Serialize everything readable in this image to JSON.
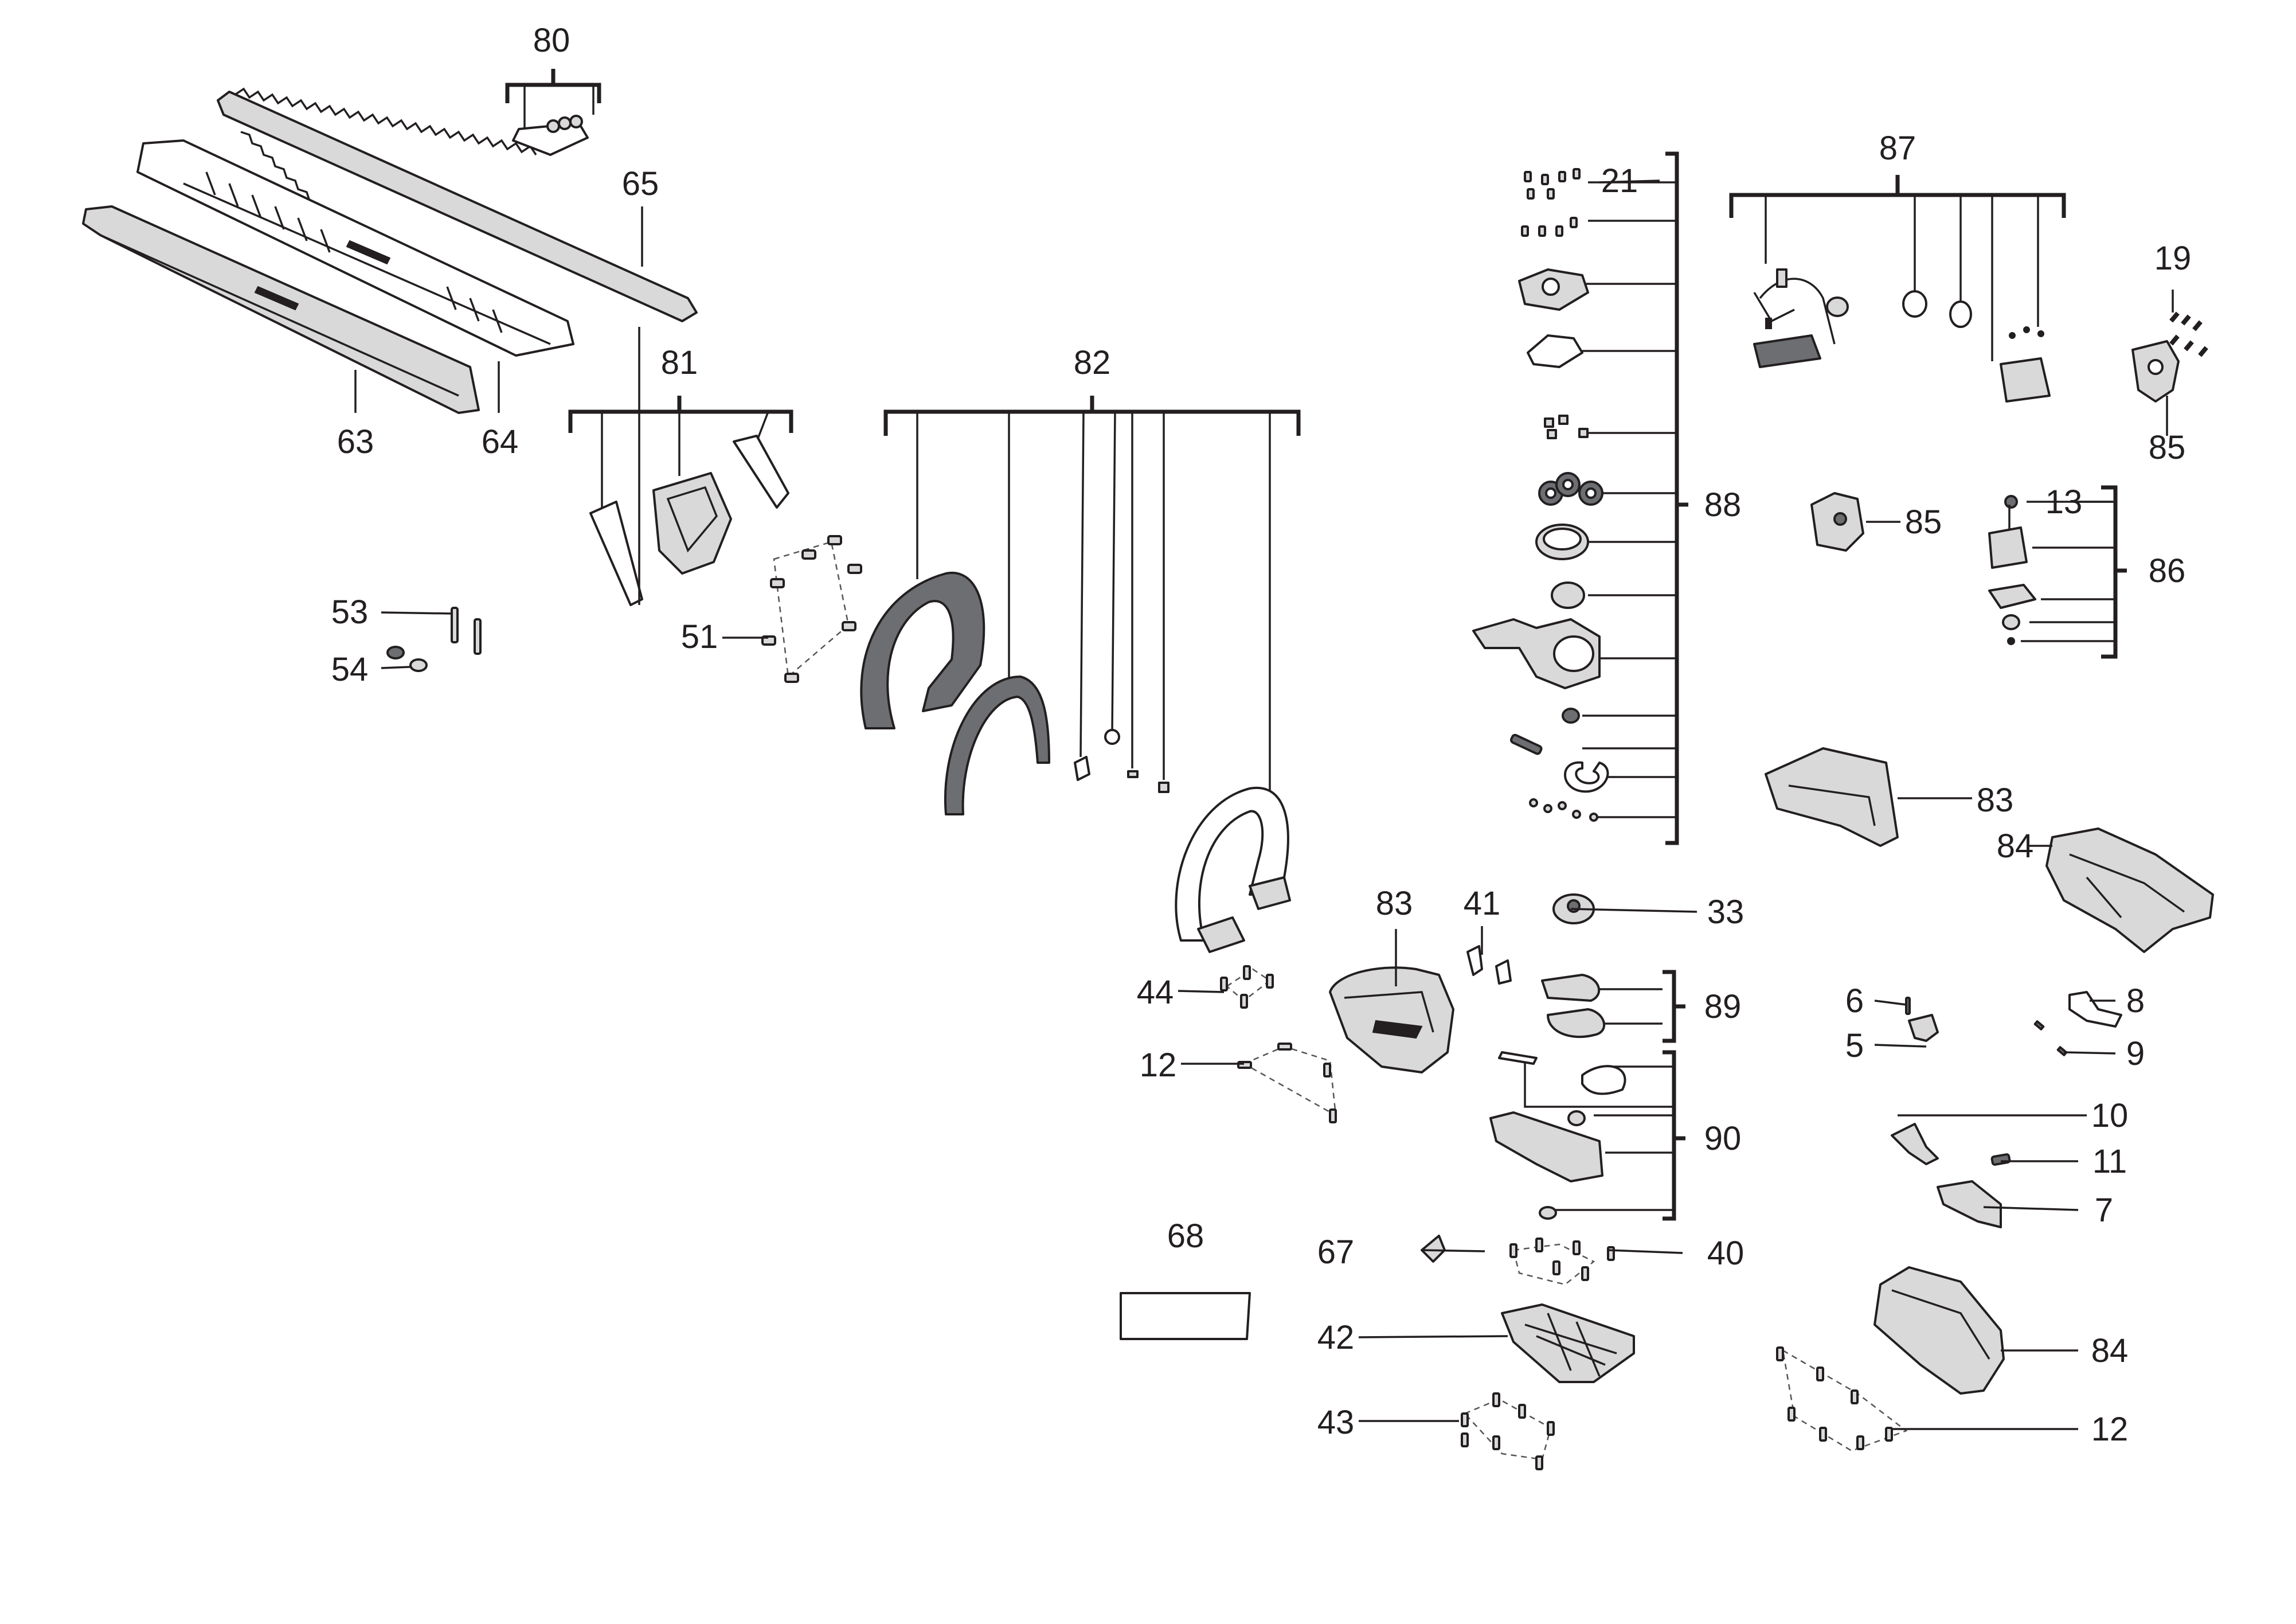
{
  "diagram": {
    "callouts": {
      "c5": "5",
      "c6": "6",
      "c7": "7",
      "c8": "8",
      "c9": "9",
      "c10": "10",
      "c11": "11",
      "c12a": "12",
      "c12b": "12",
      "c13": "13",
      "c19": "19",
      "c21": "21",
      "c33": "33",
      "c40": "40",
      "c41": "41",
      "c42": "42",
      "c43": "43",
      "c44": "44",
      "c51": "51",
      "c53": "53",
      "c54": "54",
      "c63": "63",
      "c64": "64",
      "c65": "65",
      "c67": "67",
      "c68": "68",
      "c80": "80",
      "c81": "81",
      "c82": "82",
      "c83a": "83",
      "c83b": "83",
      "c84a": "84",
      "c84b": "84",
      "c85a": "85",
      "c85b": "85",
      "c86": "86",
      "c87": "87",
      "c88": "88",
      "c89": "89",
      "c90": "90"
    }
  }
}
